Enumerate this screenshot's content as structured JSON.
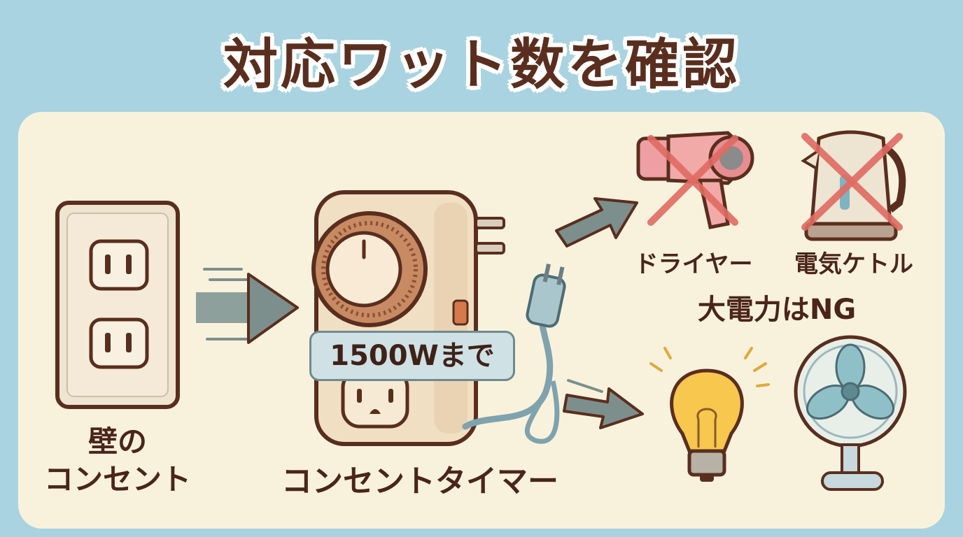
{
  "title": "対応ワット数を確認",
  "wall_outlet": {
    "line1": "壁の",
    "line2": "コンセント"
  },
  "timer": {
    "label": "コンセントタイマー",
    "limit_badge": "1500Wまで"
  },
  "ng_devices": {
    "dryer": "ドライヤー",
    "kettle": "電気ケトル",
    "caption": "大電力はNG"
  },
  "ok_devices": {},
  "colors": {
    "background": "#a9d3e0",
    "panel": "#f8f2dd",
    "text": "#4a2518",
    "ng_cross": "#e06b62",
    "arrow": "#7d8f8c"
  }
}
